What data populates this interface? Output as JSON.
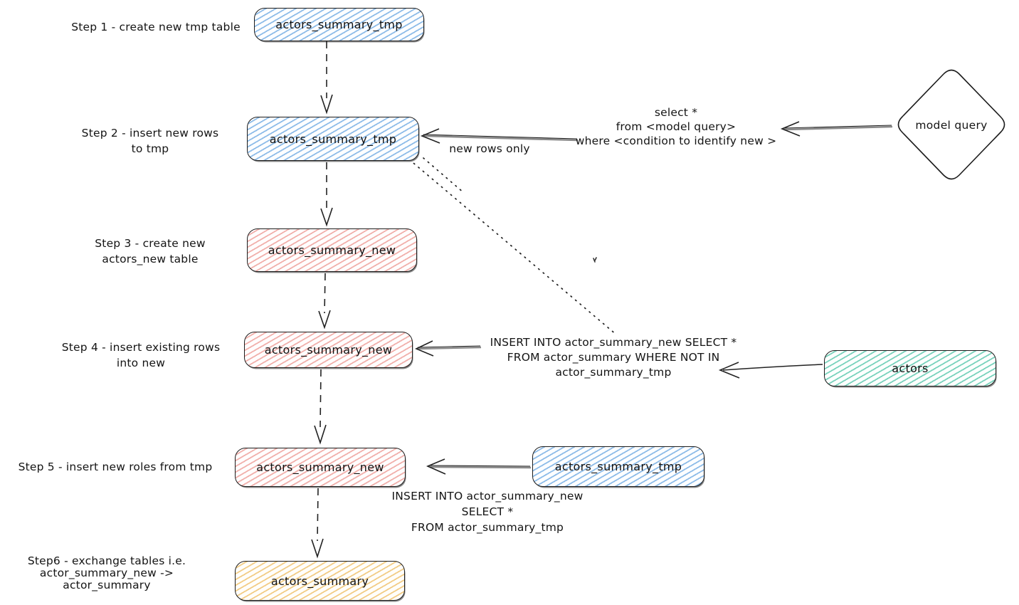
{
  "steps": [
    {
      "label": "Step 1 - create new tmp table"
    },
    {
      "label": "Step 2 - insert new rows\nto tmp"
    },
    {
      "label": "Step 3 - create new\nactors_new table"
    },
    {
      "label": "Step 4 - insert existing rows\ninto new"
    },
    {
      "label": "Step 5 - insert new roles from tmp"
    },
    {
      "label": "Step6 - exchange tables i.e.\nactor_summary_new -> actor_summary"
    }
  ],
  "nodes": {
    "step1_table": "actors_summary_tmp",
    "step2_table": "actors_summary_tmp",
    "step3_table": "actors_summary_new",
    "step4_table": "actors_summary_new",
    "step5_table": "actors_summary_new",
    "step5_source_table": "actors_summary_tmp",
    "actors_table": "actors",
    "result_table": "actors_summary",
    "model_query": "model query"
  },
  "annotations": {
    "model_query_sql": "select *\nfrom <model query>\nwhere <condition to identify new >",
    "new_rows_only": "new rows only",
    "step4_sql": "INSERT INTO actor_summary_new SELECT *\nFROM actor_summary WHERE NOT IN\nactor_summary_tmp",
    "step5_sql": "INSERT INTO actor_summary_new\nSELECT *\nFROM actor_summary_tmp"
  },
  "colors": {
    "node_blue": "#a7d3f1",
    "node_pink": "#f3aba5",
    "node_green": "#7fd4bc",
    "node_yellow": "#f2cc85",
    "stroke": "#1c1c1c"
  }
}
